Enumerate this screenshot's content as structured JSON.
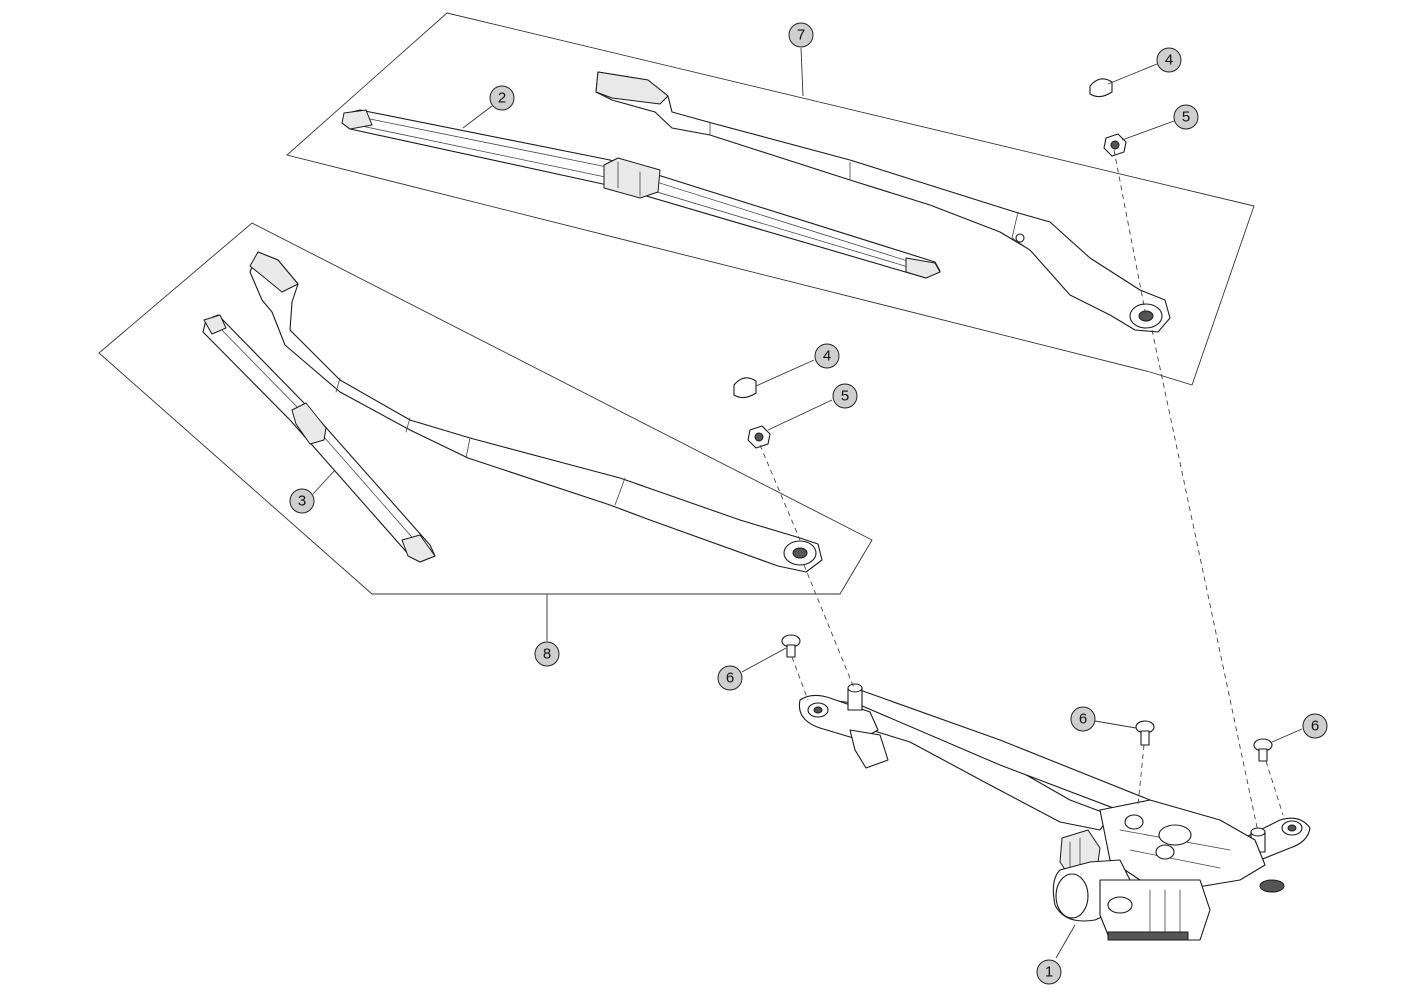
{
  "callouts": {
    "c1": "1",
    "c2": "2",
    "c3": "3",
    "c4a": "4",
    "c5a": "5",
    "c4b": "4",
    "c5b": "5",
    "c6a": "6",
    "c6b": "6",
    "c6c": "6",
    "c7": "7",
    "c8": "8"
  },
  "colors": {
    "callout_fill": "#cfcfcf",
    "line": "#1a1a1a"
  }
}
